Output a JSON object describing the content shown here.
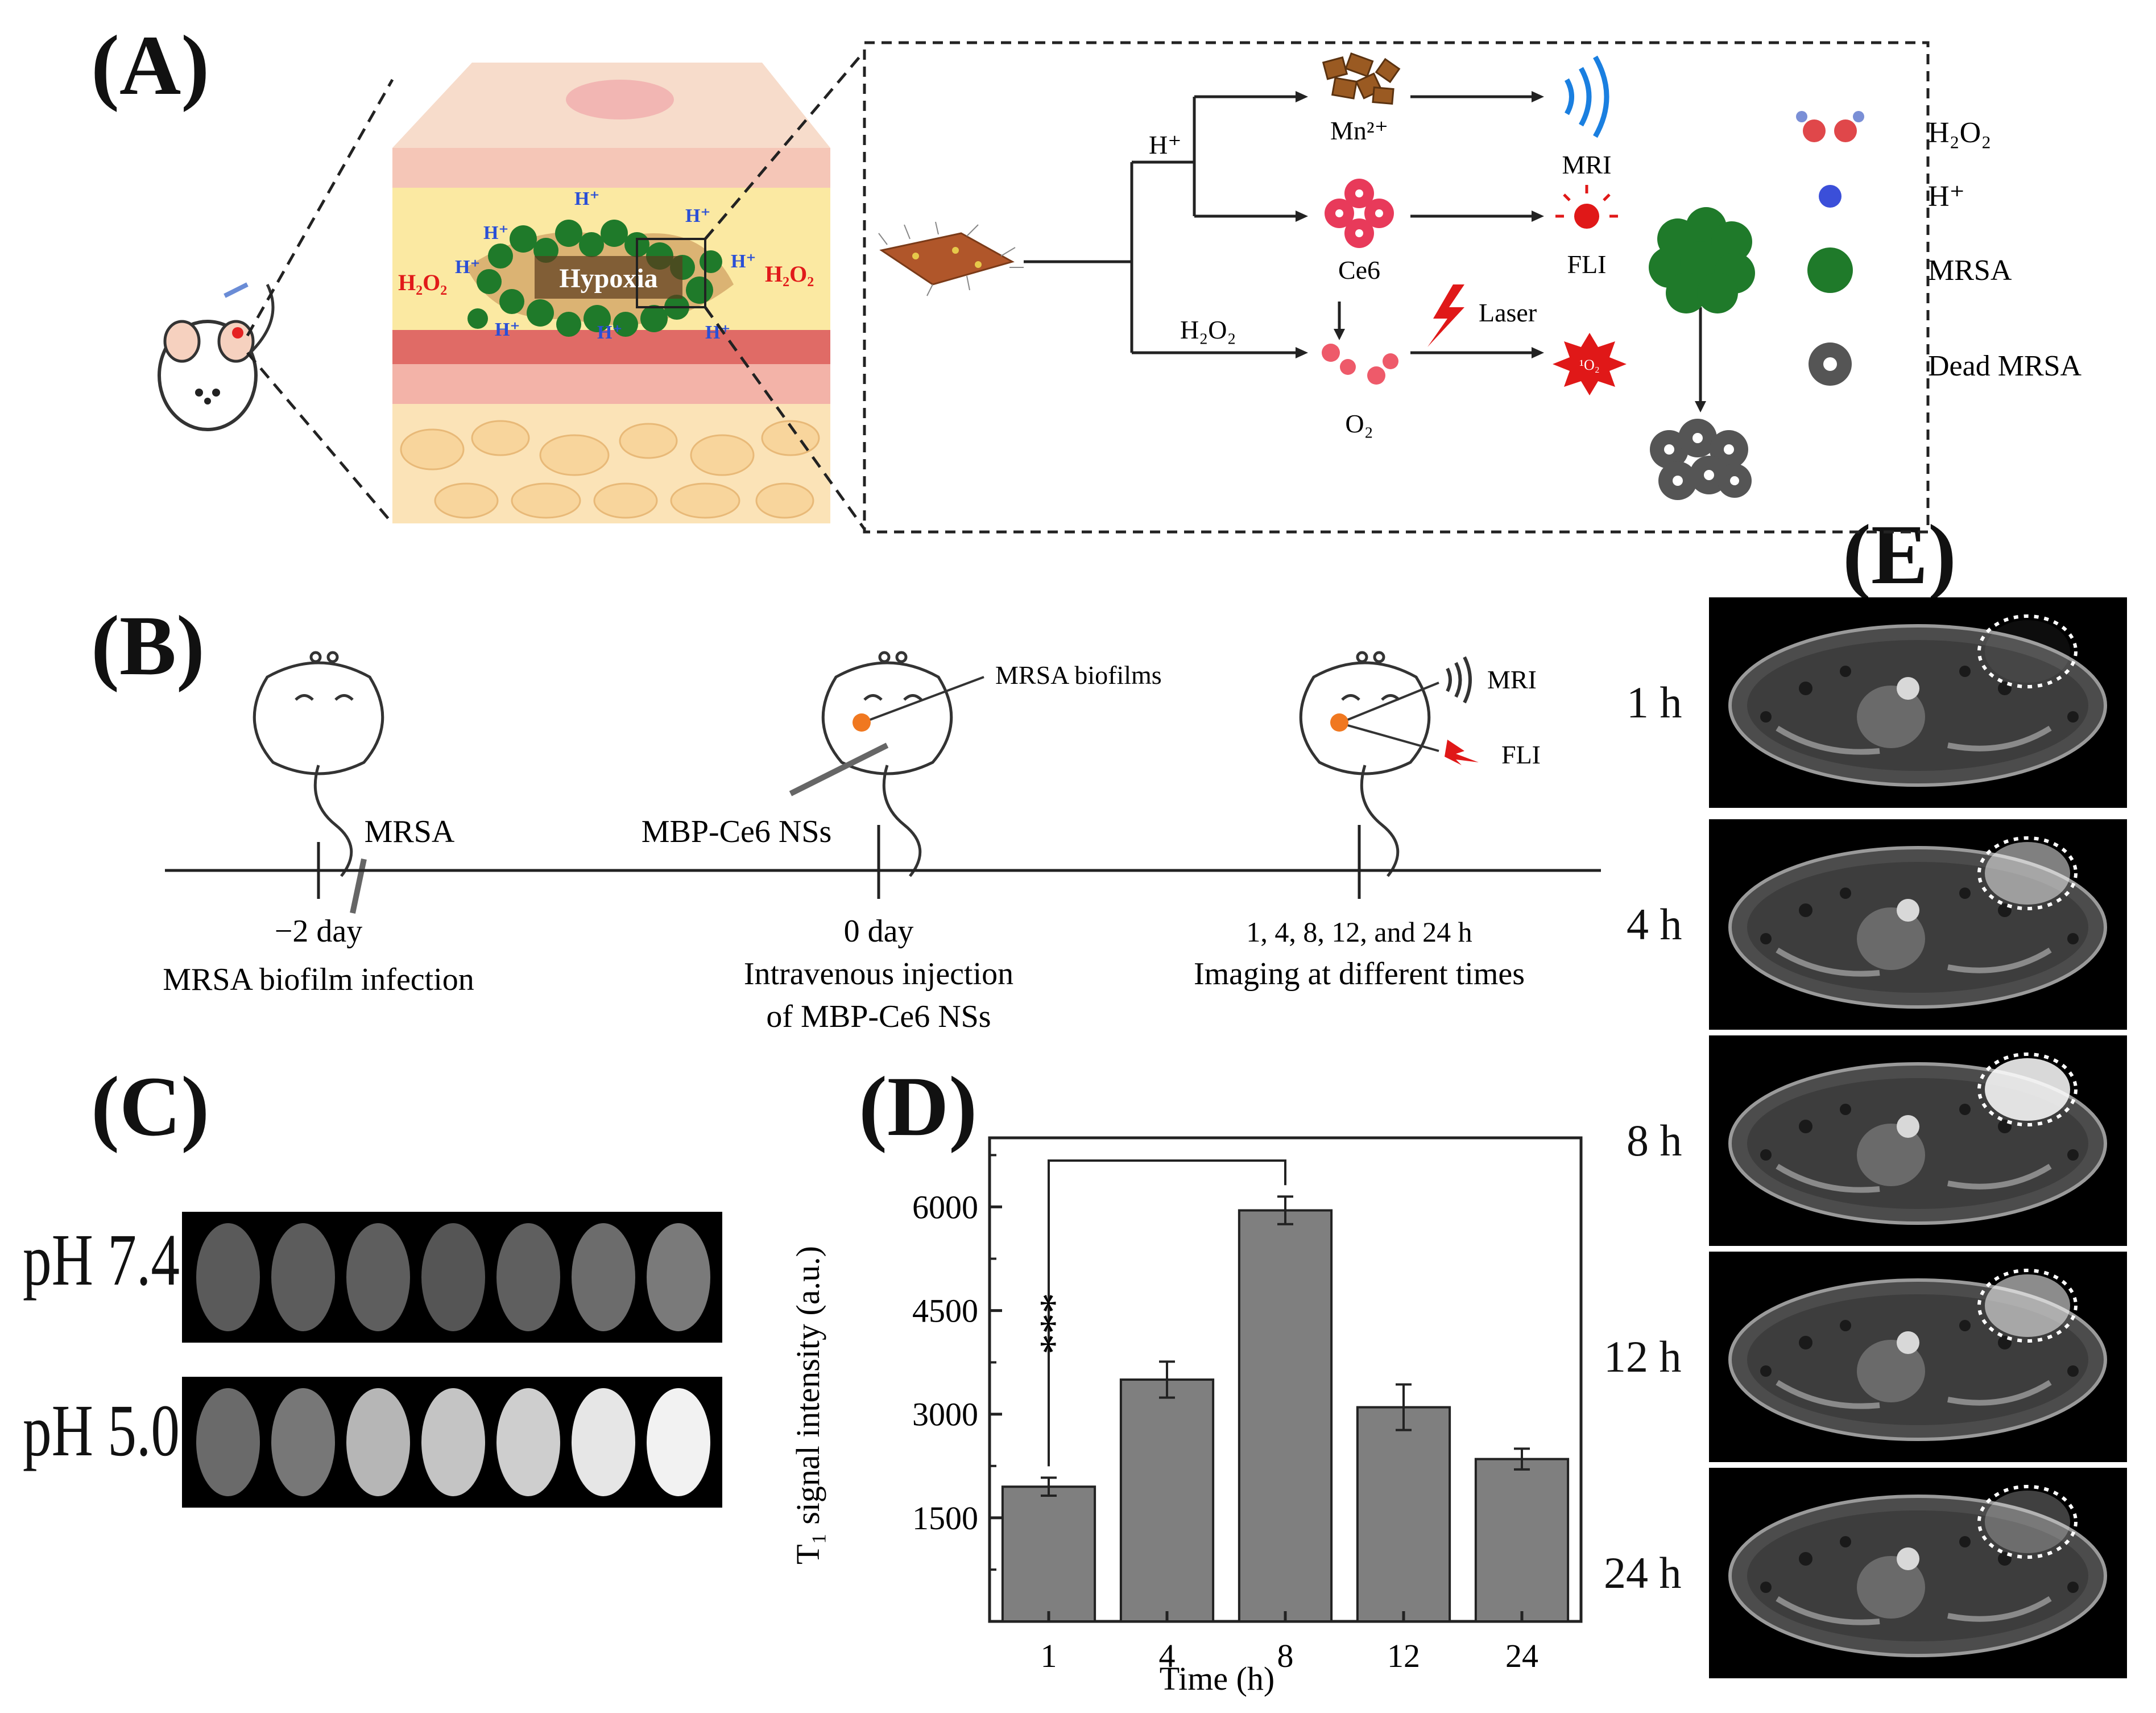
{
  "panels": {
    "a": "(A)",
    "b": "(B)",
    "c": "(C)",
    "d": "(D)",
    "e": "(E)"
  },
  "panel_a": {
    "wound_hplus": "H⁺",
    "wound_h2o2": "H₂O₂",
    "wound_center": "Hypoxia",
    "branch_h": "H⁺",
    "branch_h2o2": "H₂O₂",
    "mn": "Mn²⁺",
    "ce6": "Ce6",
    "o2": "O₂",
    "laser": "Laser",
    "mri": "MRI",
    "fli": "FLI",
    "singlet_o2": "¹O₂",
    "legend": [
      {
        "label": "H₂O₂",
        "icon": "h2o2-molecule-icon"
      },
      {
        "label": "H⁺",
        "icon": "proton-icon"
      },
      {
        "label": "MRSA",
        "icon": "mrsa-bacteria-icon"
      },
      {
        "label": "Dead MRSA",
        "icon": "dead-mrsa-icon"
      }
    ]
  },
  "panel_b": {
    "label_mrsa_biofilms": "MRSA biofilms",
    "label_mri": "MRI",
    "label_fli": "FLI",
    "above_1": "MRSA",
    "above_2": "MBP-Ce6 NSs",
    "t1": "−2 day",
    "d1": "MRSA biofilm infection",
    "t2": "0 day",
    "d2a": "Intravenous injection",
    "d2b": "of MBP-Ce6 NSs",
    "t3": "1, 4, 8, 12, and 24 h",
    "d3": "Imaging at different times"
  },
  "panel_c": {
    "row1_label": "pH 7.4",
    "row2_label": "pH 5.0",
    "row1_gray": [
      "#5a5a5a",
      "#5c5c5c",
      "#5e5e5e",
      "#555555",
      "#5f5f5f",
      "#6c6c6c",
      "#7a7a7a"
    ],
    "row2_gray": [
      "#6a6a6a",
      "#777777",
      "#b6b6b6",
      "#c4c4c4",
      "#cecece",
      "#e6e6e6",
      "#f2f2f2"
    ]
  },
  "chart_data": {
    "type": "bar",
    "categories": [
      "1",
      "4",
      "8",
      "12",
      "24"
    ],
    "values": [
      1950,
      3500,
      5950,
      3100,
      2350
    ],
    "errors": [
      130,
      260,
      200,
      330,
      150
    ],
    "xlabel": "Time (h)",
    "ylabel": "T₁ signal intensity (a.u.)",
    "ylim": [
      0,
      7000
    ],
    "yticks": [
      1500,
      3000,
      4500,
      6000
    ],
    "significance": {
      "from": "1",
      "to": "8",
      "label": "***"
    },
    "bar_color": "#7f7f7f",
    "grid": false
  },
  "panel_e": {
    "times": [
      "1 h",
      "4 h",
      "8 h",
      "12 h",
      "24 h"
    ]
  },
  "colors": {
    "biofilm_green": "#1f7a2a",
    "h2o2_red": "#e11a1a",
    "hplus_blue": "#2a4fd6",
    "laser_red": "#e01818",
    "mri_blue": "#1a7fe0",
    "tumor_orange": "#f07820"
  }
}
